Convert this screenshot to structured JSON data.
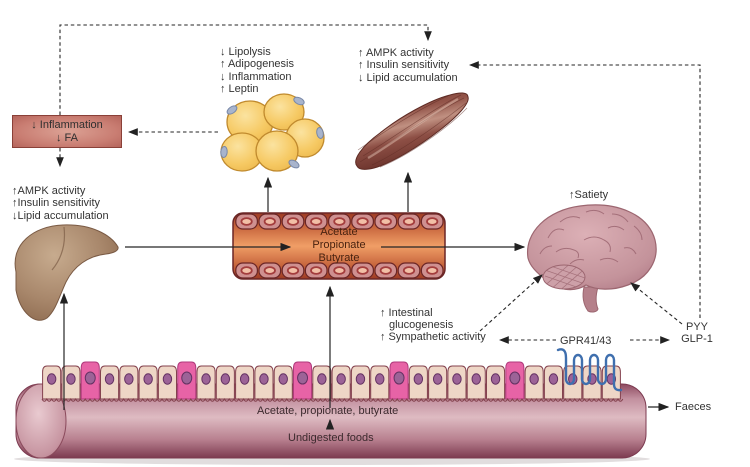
{
  "inflammation_box": [
    "↓ Inflammation",
    "↓ FA"
  ],
  "adipose_effects": [
    "↓ Lipolysis",
    "↑ Adipogenesis",
    "↓ Inflammation",
    "↑ Leptin"
  ],
  "muscle_effects": [
    "↑ AMPK activity",
    "↑ Insulin sensitivity",
    "↓ Lipid accumulation"
  ],
  "liver_effects": [
    "↑AMPK activity",
    "↑Insulin sensitivity",
    "↓Lipid accumulation"
  ],
  "vessel_contents": [
    "Acetate",
    "Propionate",
    "Butyrate"
  ],
  "brain_label": "↑Satiety",
  "gut_signals": [
    "↑ Intestinal",
    "glucogenesis",
    "↑ Sympathetic activity"
  ],
  "receptor_label": "GPR41/43",
  "hormones": [
    "PYY",
    "GLP-1"
  ],
  "intestine": {
    "scfa": "Acetate, propionate, butyrate",
    "undigested": "Undigested foods",
    "faeces": "Faeces"
  },
  "colors": {
    "arrow": "#262626",
    "vessel_cell_fill": "#cf9090",
    "vessel_cell_border": "#6b2626",
    "vessel_nucleus_outer": "#a33d3d",
    "vessel_nucleus_inner": "#f2bfa6",
    "gut_cell_fill": "#eed6c6",
    "gut_cell_border": "#84424e",
    "gut_cell_pink": "#e763a6",
    "gut_cell_pink_border": "#b03a7c",
    "gut_nucleus": "#9c6397",
    "gut_nucleus_border": "#653263",
    "receptor_blue": "#3f6fae"
  }
}
